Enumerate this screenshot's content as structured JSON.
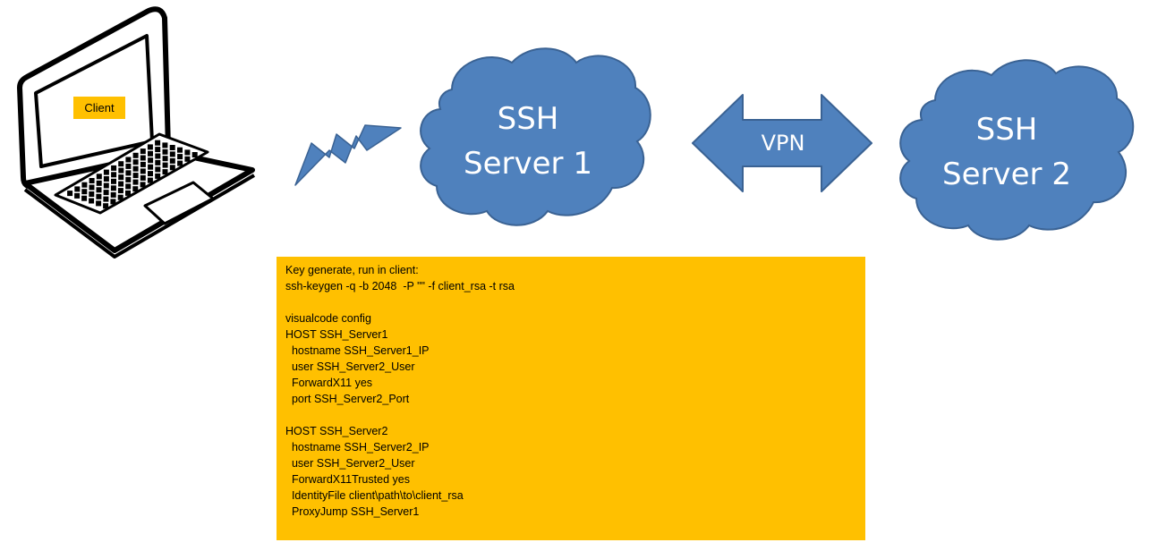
{
  "client": {
    "label": "Client"
  },
  "server1": {
    "line1": "SSH",
    "line2": "Server 1"
  },
  "server2": {
    "line1": "SSH",
    "line2": "Server 2"
  },
  "vpn": {
    "label": "VPN"
  },
  "colors": {
    "cloud": "#4F81BD",
    "cloud_border": "#3A6293",
    "note": "#FFC000"
  },
  "icons": {
    "laptop": "laptop-icon",
    "wireless": "lightning-bolt-icon"
  },
  "notes": {
    "lines": [
      "Key generate, run in client:",
      "ssh-keygen -q -b 2048  -P \"\" -f client_rsa -t rsa",
      "",
      "visualcode config",
      "HOST SSH_Server1",
      "  hostname SSH_Server1_IP",
      "  user SSH_Server2_User",
      "  ForwardX11 yes",
      "  port SSH_Server2_Port",
      "",
      "HOST SSH_Server2",
      "  hostname SSH_Server2_IP",
      "  user SSH_Server2_User",
      "  ForwardX11Trusted yes",
      "  IdentityFile client\\path\\to\\client_rsa",
      "  ProxyJump SSH_Server1"
    ]
  }
}
